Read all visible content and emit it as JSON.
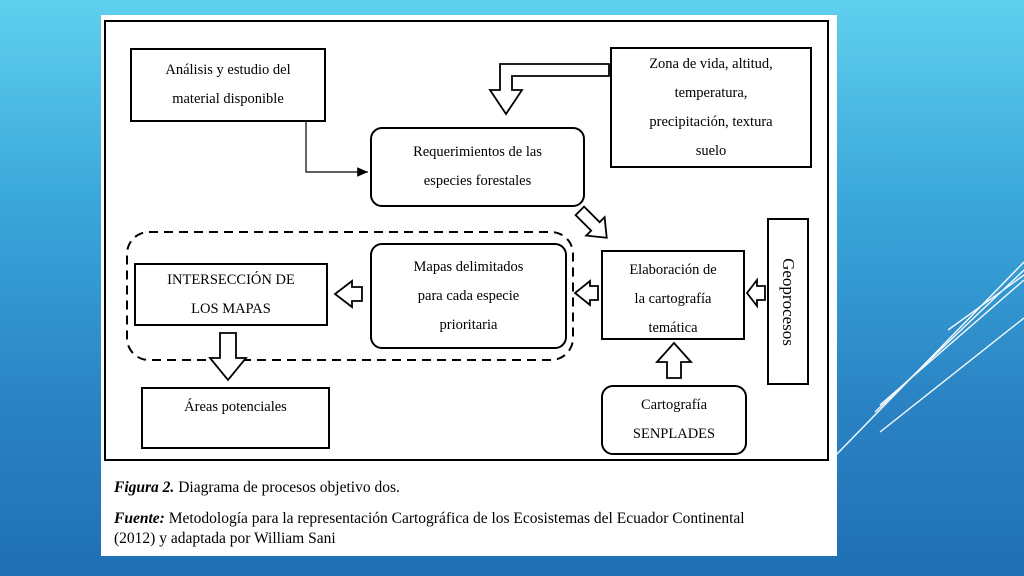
{
  "diagram": {
    "nodes": {
      "analisis": [
        "Análisis y estudio del",
        "material disponible"
      ],
      "zona": [
        "Zona de vida, altitud,",
        "temperatura,",
        "precipitación, textura",
        "suelo"
      ],
      "requerimientos": [
        "Requerimientos de las",
        "especies forestales"
      ],
      "mapas": [
        "Mapas delimitados",
        "para cada especie",
        "prioritaria"
      ],
      "elaboracion": [
        "Elaboración de",
        "la cartografía",
        "temática"
      ],
      "interseccion": [
        "INTERSECCIÓN DE",
        "LOS MAPAS"
      ],
      "areas": [
        "Áreas potenciales"
      ],
      "senplades": [
        "Cartografía",
        "SENPLADES"
      ],
      "geoprocesos": "Geoprocesos"
    }
  },
  "caption": {
    "figure_label": "Figura 2.",
    "figure_text": "Diagrama de procesos objetivo dos.",
    "source_label": "Fuente:",
    "source_text_line1": "Metodología para la representación Cartográfica de los Ecosistemas del Ecuador Continental",
    "source_text_line2": "(2012) y adaptada por William Sani"
  }
}
